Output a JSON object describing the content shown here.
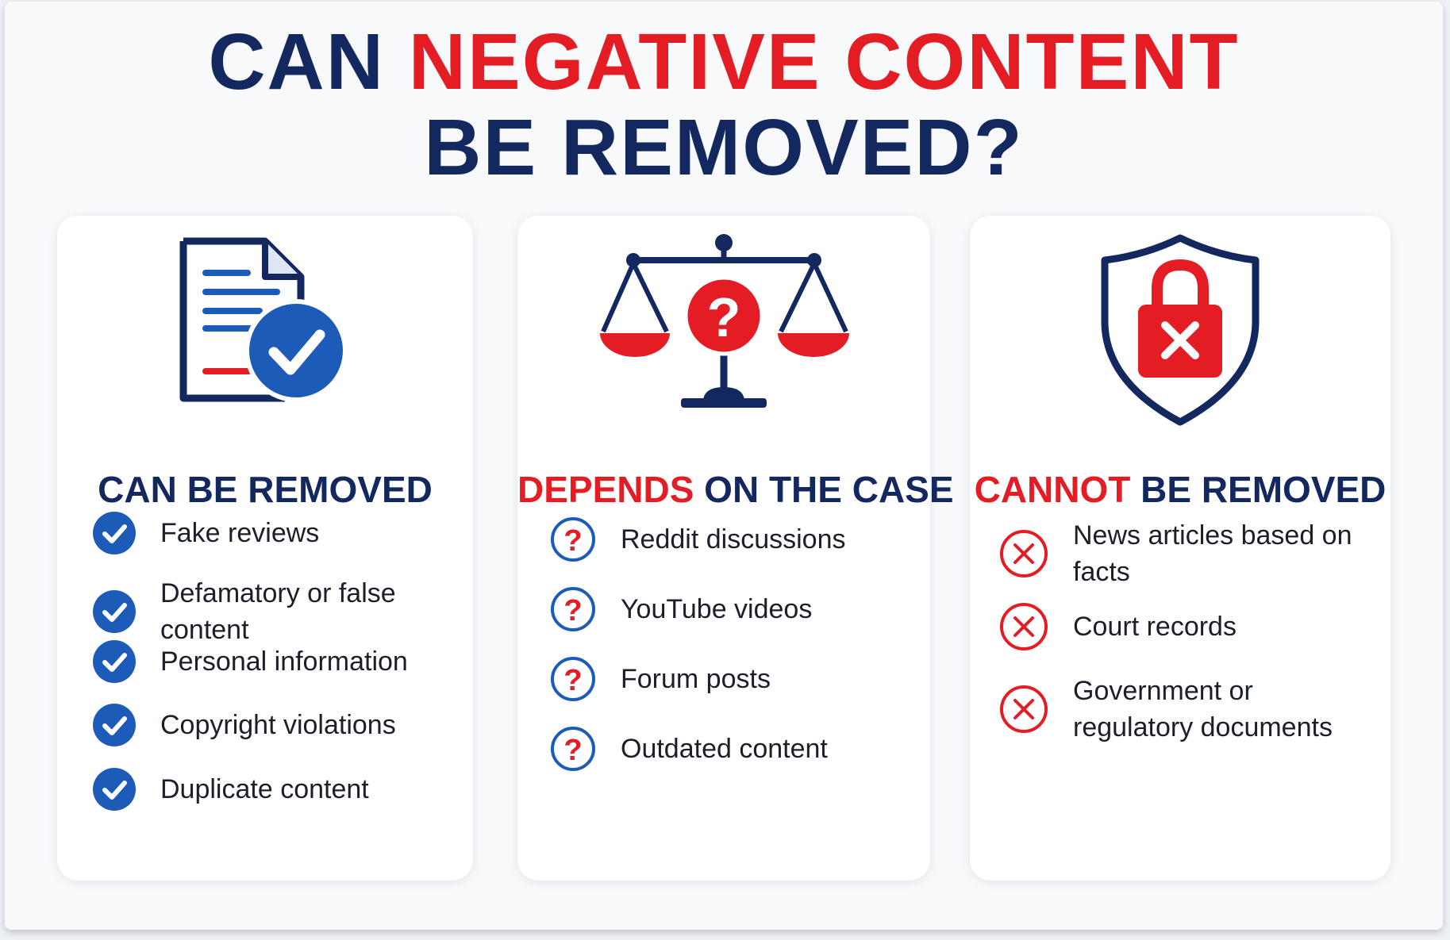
{
  "title": {
    "part1": "CAN",
    "part2": "NEGATIVE CONTENT",
    "part3": "BE REMOVED?"
  },
  "colors": {
    "navy": "#13285e",
    "blue": "#1c5bb8",
    "red": "#e41c24"
  },
  "cards": [
    {
      "icon": "document-check-icon",
      "heading_main": "CAN BE REMOVED",
      "marker_icon": "check-circle-icon",
      "items": [
        "Fake reviews",
        "Defamatory or false content",
        "Personal information",
        "Copyright violations",
        "Duplicate content"
      ]
    },
    {
      "icon": "scales-question-icon",
      "heading_red": "DEPENDS",
      "heading_main": " ON THE CASE",
      "marker_icon": "question-circle-icon",
      "items": [
        "Reddit discussions",
        "YouTube videos",
        "Forum posts",
        "Outdated content"
      ]
    },
    {
      "icon": "shield-lock-x-icon",
      "heading_red": "CANNOT",
      "heading_main": " BE REMOVED",
      "marker_icon": "x-circle-icon",
      "items": [
        "News articles based on facts",
        "Court records",
        "Government or",
        "regulatory documents"
      ]
    }
  ]
}
